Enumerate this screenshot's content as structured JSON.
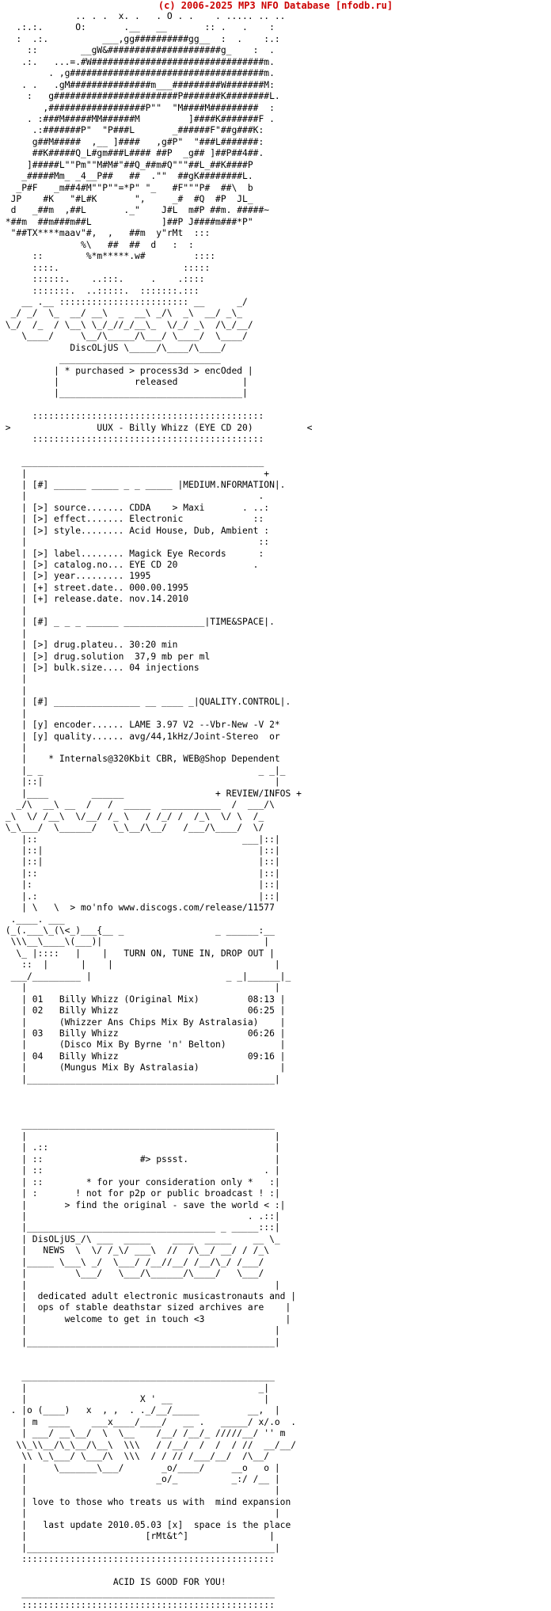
{
  "banner": "(c) 2006-2025 MP3 NFO Database [nfodb.ru]",
  "colors": {
    "banner": "#cc0000",
    "text": "#000000",
    "background": "#ffffff"
  },
  "nfo_lines": [
    "              .. . .  x. .   . O . .    . ..... .. .. ",
    "   .:.:.      O:       .__   __       :: .   .    :  ",
    "   :  .:.          ___,gg##########gg__  :  .    :.: ",
    "     ::        __gW&#####################g_    :  . ",
    "    .:.   ...=.#W################################m.  ",
    "         . ,g####################################m.  ",
    "    . .   .gM###############m___#########W#######M:  ",
    "     :   g#######################P#######K########L.  ",
    "        ,##################P\"\"  \"M####M#########  :  ",
    "     . :###M#####MM######M         ]####K#######F .   ",
    "      .:#######P\"  \"P###L       _######F\"##g###K:    ",
    "      g##M#####  ,__ ]####   ,g#P\"  \"###L#######:    ",
    "      ##K#####Q_L#gm###L#### ##P  _g## ]##P##4##.   ",
    "     ]#####L\"\"Pm\"\"M#M#\"##Q_##m#Q\"\"\"##L_##K####P    ",
    "    _#####Mm_ _4__P##   ##  .\"\"  ##gK########L.  ",
    "   _P#F   _m##4#M\"\"P\"\"=*P\" \"_   #F\"\"\"P#  ##\\  b   ",
    "  JP    #K   \"#L#K       \",     _#  #Q  #P  JL_   ",
    "  d   _##m  ,##L       ._\"    J#L  m#P ##m. #####~ ",
    " *##m  ##m###m##L             ]##P J####m###*P\"  ",
    "  \"##TX****maav\"#,  ,   ##m  y\"rMt  :::       ",
    "               %\\   ##  ##  d   :  :         ",
    "      ::        %*m*****.w#         ::::      ",
    "      ::::.                       :::::       ",
    "      ::::::.    ..:::.     .    .::::        ",
    "      :::::::.  ..:::::.  :::::::.:::         ",
    "    __ .__ :::::::::::::::::::::::: __      _/ ",
    "  _/ _/  \\_  __/ __\\  _  __\\ _/\\  _\\  __/ _\\_  ",
    " \\_/  /_  / \\__\\ \\_/_//_/__\\_  \\/_/ _\\  /\\_/__/",
    "    \\____/     \\__/\\_____/\\___/ \\____/  \\____/   ",
    "             DiscOLjUS \\_____/\\____/\\____/        ",
    "           ______________________________         ",
    "          | * purchased > process3d > encOded |   ",
    "          |              released            |   ",
    "          |__________________________________|   ",
    "",
    "      :::::::::::::::::::::::::::::::::::::::::::  ",
    " >                UUX - Billy Whizz (EYE CD 20)          <",
    "      :::::::::::::::::::::::::::::::::::::::::::  ",
    "",
    "    _____________________________________________  ",
    "    |                                            + ",
    "    | [#] ______ _____ _ _ _____ |MEDIUM.NFORMATION|. ",
    "    |                                           .  ",
    "    | [>] source....... CDDA    > Maxi       . ..: ",
    "    | [>] effect....... Electronic             ::  ",
    "    | [>] style........ Acid House, Dub, Ambient :  ",
    "    |                                           ::  ",
    "    | [>] label........ Magick Eye Records      :   ",
    "    | [>] catalog.no... EYE CD 20              .   ",
    "    | [>] year......... 1995                       ",
    "    | [+] street.date.. 000.00.1995                ",
    "    | [+] release.date. nov.14.2010                ",
    "    |                                              ",
    "    | [#] _ _ _ ______ _______________|TIME&SPACE|. ",
    "    |                                              ",
    "    | [>] drug.plateu.. 30:20 min                  ",
    "    | [>] drug.solution  37,9 mb per ml            ",
    "    | [>] bulk.size.... 04 injections              ",
    "    |                                              ",
    "    |                                              ",
    "    | [#] ________________ __ ____ _|QUALITY.CONTROL|. ",
    "    |                                              ",
    "    | [y] encoder...... LAME 3.97 V2 --Vbr-New -V 2* ",
    "    | [y] quality...... avg/44,1kHz/Joint-Stereo  or ",
    "    |                                              ",
    "    |    * Internals@320Kbit CBR, WEB@Shop Dependent ",
    "    |_ _                                        _ _|_",
    "    |::|                                           |  ",
    "    |____        ______                 + REVIEW/INFOS +  ",
    "   _/\\  __\\ __  /   /  _____  ___________  /  ___/\\ ",
    " _\\  \\/ /__\\  \\/__/ /_ \\   / /_/ /  /_\\  \\/ \\  /_ ",
    " \\_\\___/  \\______/   \\_\\__/\\__/   /___/\\____/  \\/",
    "    |::                                      ___|::|",
    "    |::|                                        |::|",
    "    |::|                                        |::|",
    "    |::                                         |::|",
    "    |:                                          |::|",
    "    |.:                                         |::|",
    "    | \\   \\  > mo'nfo www.discogs.com/release/11577 ",
    "  .____. ___                                       ",
    " (_(.___\\_(\\<_)___{__ _                 _ ______:__ ",
    "  \\\\\\__\\____\\(___)|                              |   ",
    "   \\_ |::::   |    |   TURN ON, TUNE IN, DROP OUT |  ",
    "    ::  |      |    |                              |  ",
    "  ___/_________ |                         _ _|______|_ ",
    "    |                                              |  ",
    "    | 01   Billy Whizz (Original Mix)         08:13 | ",
    "    | 02   Billy Whizz                        06:25 | ",
    "    |      (Whizzer Ans Chips Mix By Astralasia)    | ",
    "    | 03   Billy Whizz                        06:26 | ",
    "    |      (Disco Mix By Byrne 'n' Belton)          | ",
    "    | 04   Billy Whizz                        09:16 | ",
    "    |      (Mungus Mix By Astralasia)               | ",
    "    |______________________________________________| ",
    "",
    "",
    "",
    "    _______________________________________________  ",
    "    |                                              | ",
    "    | .::                                          | ",
    "    | ::                  #> pssst.                | ",
    "    | ::                                         . | ",
    "    | ::        * for your consideration only *   :| ",
    "    | :       ! not for p2p or public broadcast ! :| ",
    "    |       > find the original - save the world < :| ",
    "    |                                         . .::| ",
    "    |___________________________________ _ _____:::| ",
    "    | DisOLjUS_/\\ ___  _____    ____  _____    __ \\_ ",
    "    |   NEWS  \\  \\/ /_\\/ ___\\  //  /\\__/ __/ / /_\\  ",
    "    |_____ \\___\\ _/  \\___/ /__//__/ /__/\\_/ /___/  ",
    "    |         \\___/   \\___/\\______/\\____/   \\___/  ",
    "    |                                              | ",
    "    |  dedicated adult electronic musicastronauts and |",
    "    |  ops of stable deathstar sized archives are    | ",
    "    |       welcome to get in touch <3               | ",
    "    |                                              | ",
    "    |______________________________________________| ",
    "",
    "",
    "    _______________________________________________  ",
    "    |                                           _|  ",
    "    |                     X ' __                 |  ",
    "  . |o (____)   x  , ,  . ._/__/_____         __,  |  ",
    "    | m  ____    ___x____/____/   __ .   _____/ x/.o  . ",
    "    | ___/ __\\__/  \\  \\__    /__/ /__/_ /////__/ '' m ",
    "   \\\\_\\\\__/\\_\\__/\\__\\  \\\\\\   / /__/  /  /  / //  __/__/ ",
    "    \\\\ \\_\\___/ \\___/\\  \\\\\\  / / // /___/__/  /\\__/   ",
    "    |     \\_______\\___/       _o/____/     __o   o | ",
    "    |                        _o/_          _:/ /__ |  ",
    "    |                                              | ",
    "    | love to those who treats us with  mind expansion ",
    "    |                                              | ",
    "    |   last update 2010.05.03 [x]  space is the place",
    "    |                      [rMt&t^]               | ",
    "    |______________________________________________| ",
    "    :::::::::::::::::::::::::::::::::::::::::::::::  ",
    "",
    "                     ACID IS GOOD FOR YOU!          ",
    "    _______________________________________________  ",
    "    :::::::::::::::::::::::::::::::::::::::::::::::  "
  ]
}
